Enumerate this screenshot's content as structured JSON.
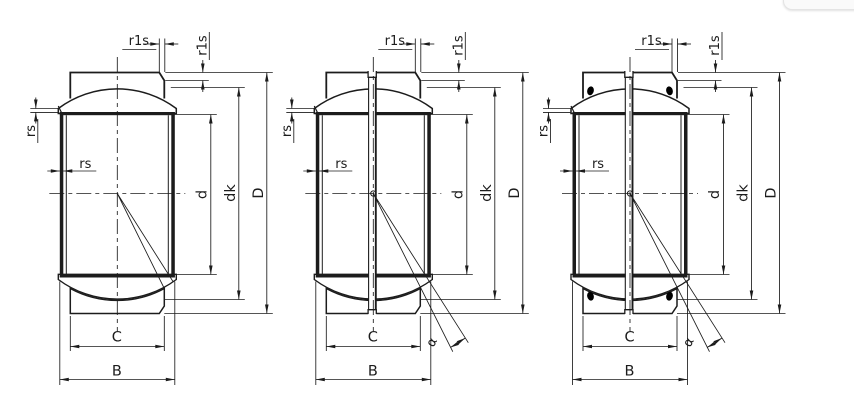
{
  "page": {
    "type": "technical-drawing",
    "background": "#ffffff",
    "description": "Three sectioned views of radial spherical plain bearings with dimension annotations"
  },
  "colors": {
    "line": "#1c1c1c",
    "hatch": "#222222",
    "seal": "#000000",
    "background": "#ffffff"
  },
  "labels": {
    "outer_ring_corner_radius": "r1s",
    "inner_ring_corner_radius": "rs",
    "bore_diameter": "d",
    "sphere_diameter": "dk",
    "outer_diameter": "D",
    "outer_ring_width": "C",
    "inner_ring_width": "B",
    "tilt_angle": "α"
  },
  "views": [
    {
      "name": "bearing-standard",
      "split_ring": false,
      "seals": false,
      "angle_shown": false
    },
    {
      "name": "bearing-split-inner-ring",
      "split_ring": true,
      "seals": false,
      "angle_shown": true
    },
    {
      "name": "bearing-sealed",
      "split_ring": true,
      "seals": true,
      "angle_shown": true
    }
  ]
}
